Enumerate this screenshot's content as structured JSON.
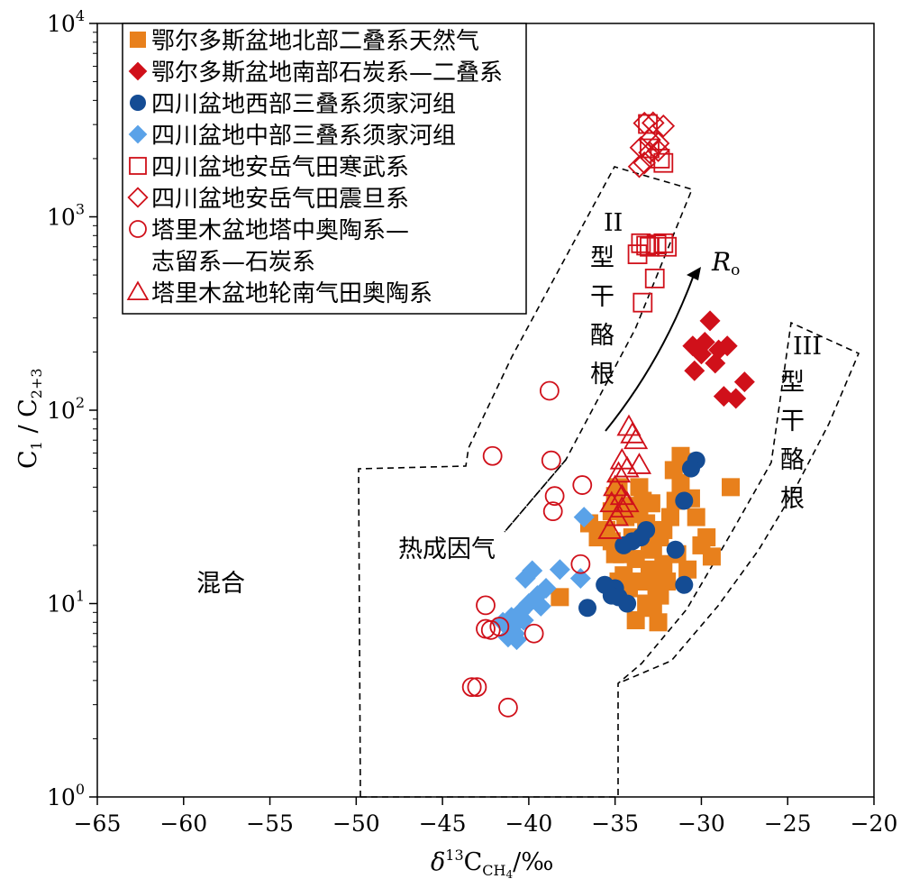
{
  "chart_data": {
    "type": "scatter",
    "x_axis": {
      "label_base": "δ",
      "label_sup": "13",
      "label_main": "C",
      "label_sub": "CH",
      "label_sub2": "4",
      "label_unit": "/‰",
      "range": [
        -65,
        -20
      ],
      "ticks": [
        "−65",
        "−60",
        "−55",
        "−50",
        "−45",
        "−40",
        "−35",
        "−30",
        "−25",
        "−20"
      ],
      "tick_values": [
        -65,
        -60,
        -55,
        -50,
        -45,
        -40,
        -35,
        -30,
        -25,
        -20
      ]
    },
    "y_axis": {
      "label_a": "C",
      "label_a_sub": "1",
      "label_sep": " / C",
      "label_b_sub": "2+3",
      "scale": "log",
      "range": [
        1,
        10000
      ],
      "ticks": [
        {
          "value": 1,
          "base": "10",
          "exp": "0"
        },
        {
          "value": 10,
          "base": "10",
          "exp": "1"
        },
        {
          "value": 100,
          "base": "10",
          "exp": "2"
        },
        {
          "value": 1000,
          "base": "10",
          "exp": "3"
        },
        {
          "value": 10000,
          "base": "10",
          "exp": "4"
        }
      ]
    },
    "legend": {
      "position": "top-left",
      "entries": [
        {
          "label": "鄂尔多斯盆地北部二叠系天然气",
          "marker": "square-filled",
          "color": "#E8801C"
        },
        {
          "label": "鄂尔多斯盆地南部石炭系—二叠系",
          "marker": "diamond-filled",
          "color": "#D0101A"
        },
        {
          "label": "四川盆地西部三叠系须家河组",
          "marker": "circle-filled",
          "color": "#144C94"
        },
        {
          "label": "四川盆地中部三叠系须家河组",
          "marker": "diamond-filled",
          "color": "#5AA2E8"
        },
        {
          "label": "四川盆地安岳气田寒武系",
          "marker": "square-open",
          "color": "#D0101A"
        },
        {
          "label": "四川盆地安岳气田震旦系",
          "marker": "diamond-open",
          "color": "#D0101A"
        },
        {
          "label": "塔里木盆地塔中奥陶系—",
          "label2": "志留系—石炭系",
          "marker": "circle-open",
          "color": "#D0101A"
        },
        {
          "label": "塔里木盆地轮南气田奥陶系",
          "marker": "triangle-open",
          "color": "#D0101A"
        }
      ]
    },
    "annotations": {
      "mixed": "混合",
      "thermogenic": "热成因气",
      "type2_roman": "II",
      "type2_chars": [
        "型",
        "干",
        "酪",
        "根"
      ],
      "type3_roman": "III",
      "type3_chars": [
        "型",
        "干",
        "酪",
        "根"
      ],
      "ro_main": "R",
      "ro_sub": "o"
    },
    "series": [
      {
        "name": "鄂尔多斯盆地北部二叠系天然气",
        "marker": "square-filled",
        "color": "#E8801C",
        "points": [
          [
            -38.2,
            10.8
          ],
          [
            -36.5,
            26
          ],
          [
            -36,
            22
          ],
          [
            -35.5,
            24
          ],
          [
            -35.2,
            30
          ],
          [
            -35,
            36
          ],
          [
            -34.8,
            40
          ],
          [
            -34.6,
            18
          ],
          [
            -34.4,
            28
          ],
          [
            -34.2,
            32
          ],
          [
            -34,
            22
          ],
          [
            -33.8,
            17
          ],
          [
            -33.6,
            40
          ],
          [
            -33.4,
            34
          ],
          [
            -33.2,
            26
          ],
          [
            -33,
            14
          ],
          [
            -32.8,
            19
          ],
          [
            -32.6,
            12
          ],
          [
            -32.4,
            22
          ],
          [
            -32.2,
            16
          ],
          [
            -32,
            13
          ],
          [
            -31.8,
            28
          ],
          [
            -31.5,
            34
          ],
          [
            -31.2,
            42
          ],
          [
            -30.9,
            54
          ],
          [
            -30.6,
            35
          ],
          [
            -30.3,
            28
          ],
          [
            -30,
            20
          ],
          [
            -29.7,
            22
          ],
          [
            -29.4,
            17.5
          ],
          [
            -33.8,
            8.2
          ],
          [
            -33.5,
            13
          ],
          [
            -33.2,
            10
          ],
          [
            -33,
            15
          ],
          [
            -32.8,
            9.5
          ],
          [
            -32.6,
            12.5
          ],
          [
            -32.4,
            11
          ],
          [
            -32.5,
            8
          ],
          [
            -33,
            21
          ],
          [
            -34.5,
            14
          ],
          [
            -34.8,
            13
          ],
          [
            -35,
            18
          ],
          [
            -31.6,
            49
          ],
          [
            -31.2,
            58
          ],
          [
            -28.3,
            40
          ],
          [
            -35.2,
            21
          ],
          [
            -33.6,
            29
          ],
          [
            -32.9,
            33
          ],
          [
            -32.2,
            24
          ],
          [
            -31.4,
            18
          ],
          [
            -30.8,
            15
          ],
          [
            -34.2,
            12
          ]
        ]
      },
      {
        "name": "鄂尔多斯盆地南部石炭系—二叠系",
        "marker": "diamond-filled",
        "color": "#D0101A",
        "points": [
          [
            -29.5,
            290
          ],
          [
            -30.5,
            215
          ],
          [
            -30,
            195
          ],
          [
            -29.2,
            175
          ],
          [
            -28.5,
            215
          ],
          [
            -29.8,
            225
          ],
          [
            -30.4,
            160
          ],
          [
            -29,
            205
          ],
          [
            -27.5,
            140
          ],
          [
            -28.7,
            118
          ],
          [
            -28,
            115
          ]
        ]
      },
      {
        "name": "四川盆地西部三叠系须家河组",
        "marker": "circle-filled",
        "color": "#144C94",
        "points": [
          [
            -30.3,
            55
          ],
          [
            -30.6,
            50
          ],
          [
            -31,
            34
          ],
          [
            -33.2,
            24
          ],
          [
            -34,
            21
          ],
          [
            -33.5,
            22
          ],
          [
            -34.5,
            20
          ],
          [
            -31.5,
            19
          ],
          [
            -31,
            12.5
          ],
          [
            -35,
            12
          ],
          [
            -35.2,
            11
          ],
          [
            -34.8,
            10.8
          ],
          [
            -34.3,
            10
          ],
          [
            -35.6,
            12.5
          ],
          [
            -36.6,
            9.5
          ]
        ]
      },
      {
        "name": "四川盆地中部三叠系须家河组",
        "marker": "diamond-filled",
        "color": "#5AA2E8",
        "points": [
          [
            -36.8,
            28
          ],
          [
            -39.8,
            14.8
          ],
          [
            -38.2,
            15
          ],
          [
            -41,
            7.5
          ],
          [
            -40.8,
            7
          ],
          [
            -40.5,
            9
          ],
          [
            -40,
            10
          ],
          [
            -39.5,
            11
          ],
          [
            -39,
            12
          ],
          [
            -41.5,
            8
          ],
          [
            -40.7,
            6.5
          ],
          [
            -41.2,
            6.7
          ],
          [
            -37,
            13.5
          ],
          [
            -40.2,
            13.5
          ],
          [
            -40.3,
            8.2
          ],
          [
            -41,
            8.5
          ],
          [
            -39.3,
            9.7
          ]
        ]
      },
      {
        "name": "四川盆地安岳气田寒武系",
        "marker": "square-open",
        "color": "#D0101A",
        "points": [
          [
            -33.1,
            3020
          ],
          [
            -33,
            2260
          ],
          [
            -32.4,
            2000
          ],
          [
            -32.2,
            1900
          ],
          [
            -33.5,
            730
          ],
          [
            -33.2,
            710
          ],
          [
            -33,
            700
          ],
          [
            -32.6,
            720
          ],
          [
            -32.2,
            730
          ],
          [
            -32,
            700
          ],
          [
            -33.7,
            640
          ],
          [
            -32.7,
            480
          ],
          [
            -33.4,
            360
          ]
        ]
      },
      {
        "name": "四川盆地安岳气田震旦系",
        "marker": "diamond-open",
        "color": "#D0101A",
        "points": [
          [
            -33.3,
            3050
          ],
          [
            -32.8,
            3060
          ],
          [
            -32.2,
            2950
          ],
          [
            -33,
            2500
          ],
          [
            -32.5,
            2400
          ],
          [
            -33.5,
            2280
          ],
          [
            -33,
            2150
          ],
          [
            -32.5,
            2200
          ],
          [
            -33.6,
            1820
          ],
          [
            -33.3,
            1900
          ]
        ]
      },
      {
        "name": "塔里木盆地塔中奥陶系—志留系—石炭系",
        "marker": "circle-open",
        "color": "#D0101A",
        "points": [
          [
            -42.1,
            58
          ],
          [
            -38.7,
            55
          ],
          [
            -38.5,
            36
          ],
          [
            -38.6,
            30
          ],
          [
            -38.8,
            126
          ],
          [
            -36.9,
            41
          ],
          [
            -37,
            16
          ],
          [
            -42.5,
            9.8
          ],
          [
            -42.5,
            7.4
          ],
          [
            -42.2,
            7.3
          ],
          [
            -41.7,
            7.6
          ],
          [
            -39.7,
            7
          ],
          [
            -43.3,
            3.7
          ],
          [
            -43.0,
            3.7
          ],
          [
            -41.2,
            2.9
          ]
        ]
      },
      {
        "name": "塔里木盆地轮南气田奥陶系",
        "marker": "triangle-open",
        "color": "#D0101A",
        "points": [
          [
            -34.2,
            82
          ],
          [
            -34,
            75
          ],
          [
            -33.8,
            70
          ],
          [
            -34.6,
            55
          ],
          [
            -34.3,
            50
          ],
          [
            -33.6,
            52
          ],
          [
            -34.8,
            47
          ],
          [
            -35,
            40
          ],
          [
            -34.6,
            36
          ],
          [
            -34.3,
            33
          ],
          [
            -35.2,
            33
          ],
          [
            -34.6,
            31
          ],
          [
            -34.9,
            28
          ],
          [
            -35.3,
            24
          ]
        ]
      }
    ]
  }
}
